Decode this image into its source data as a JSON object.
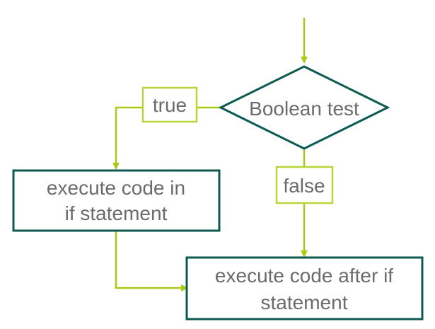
{
  "diagram": {
    "decision": {
      "text": "Boolean test"
    },
    "true_label": "true",
    "false_label": "false",
    "if_block": {
      "lines": [
        "execute code in",
        "if statement"
      ]
    },
    "after_block": {
      "lines": [
        "execute code after if",
        "statement"
      ]
    },
    "colors": {
      "shape_border": "#0d5a52",
      "arrow": "#a6cc17",
      "label_border": "#b7d63a",
      "text": "#6b6b6b",
      "background": "#ffffff"
    }
  }
}
